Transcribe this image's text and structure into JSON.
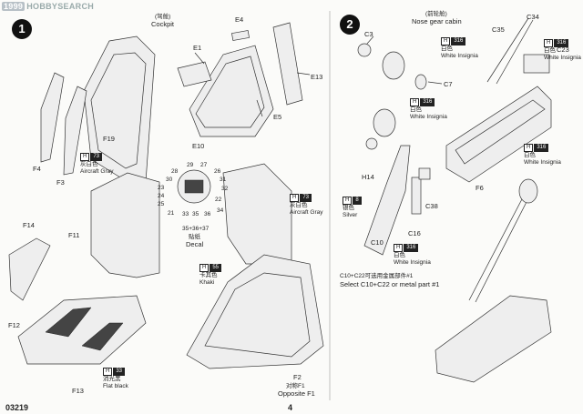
{
  "watermark": "HOBBYSEARCH",
  "watermark_badge": "1999",
  "step1": {
    "number": "1",
    "title_cn": "(驾舱)",
    "title": "Cockpit",
    "parts": [
      "E4",
      "E1",
      "E13",
      "E5",
      "E10",
      "F19",
      "F4",
      "F3",
      "F14",
      "F11",
      "F12",
      "F13"
    ],
    "paint_gray": {
      "code1": "H",
      "code2": "73",
      "cn": "灰白色",
      "en": "Aircraft Gray"
    },
    "paint_gray2": {
      "code1": "H",
      "code2": "73",
      "cn": "灰白色",
      "en": "Aircraft Gray"
    },
    "paint_khaki": {
      "code1": "H",
      "code2": "55",
      "cn": "卡其色",
      "en": "Khaki"
    },
    "paint_black": {
      "code1": "H",
      "code2": "33",
      "cn": "消光黑",
      "en": "Flat black"
    },
    "decal": {
      "nums": [
        "29",
        "27",
        "28",
        "26",
        "30",
        "31",
        "23",
        "24",
        "25",
        "32",
        "21",
        "22",
        "33",
        "35",
        "36",
        "34"
      ],
      "combo": "35+36+37",
      "cn": "贴纸",
      "en": "Decal"
    },
    "opposite": {
      "part": "F2",
      "sub": "F1",
      "cn": "对称F1",
      "en": "Opposite F1"
    }
  },
  "step2": {
    "number": "2",
    "title_cn": "(前轮舱)",
    "title": "Nose gear cabin",
    "parts": [
      "C3",
      "C35",
      "C34",
      "C7",
      "C23",
      "F6",
      "H14",
      "C38",
      "C10",
      "C16"
    ],
    "paint_white1": {
      "code1": "H",
      "code2": "316",
      "cn": "白色",
      "en": "White Insignia"
    },
    "paint_white2": {
      "code1": "H",
      "code2": "316",
      "cn": "白色",
      "en": "White Insignia"
    },
    "paint_white3": {
      "code1": "H",
      "code2": "316",
      "cn": "白色",
      "en": "White Insignia"
    },
    "paint_white4": {
      "code1": "H",
      "code2": "316",
      "cn": "白色",
      "en": "White Insignia"
    },
    "paint_white5": {
      "code1": "H",
      "code2": "316",
      "cn": "白色",
      "en": "White Insignia"
    },
    "paint_silver": {
      "code1": "H",
      "code2": "8",
      "cn": "银色",
      "en": "Silver"
    },
    "note_cn": "C10+C22可选用金属部件#1",
    "note_en": "Select C10+C22 or metal part #1"
  },
  "footer": {
    "kit": "03219",
    "page": "4"
  }
}
